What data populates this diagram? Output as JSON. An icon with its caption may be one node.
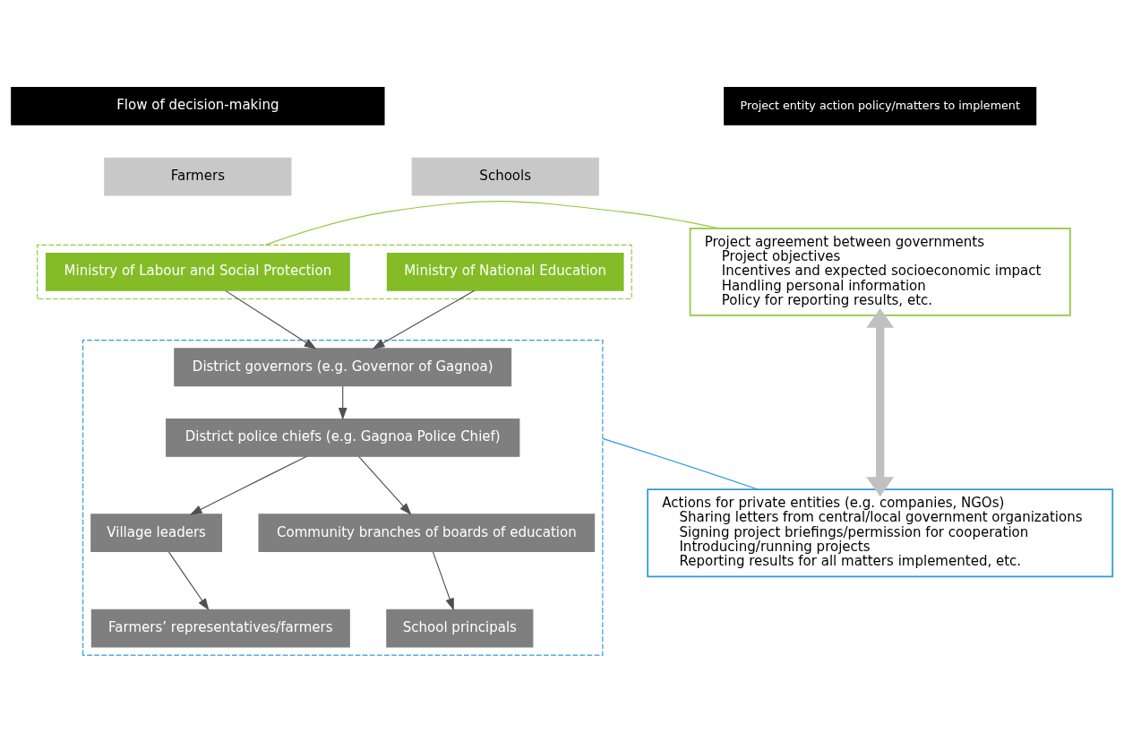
{
  "diagram": {
    "nodes": [
      {
        "text": [
          "Flow of decision-making"
        ]
      },
      {
        "text": [
          "Project entity action policy/matters to implement"
        ]
      },
      {
        "text": [
          "Farmers"
        ]
      },
      {
        "text": [
          "Schools"
        ]
      },
      {
        "text": [],
        "shape": "box"
      },
      {
        "text": [
          "Ministry of Labour and Social Protection"
        ],
        "in": 4
      },
      {
        "text": [
          "Ministry of National Education"
        ],
        "in": 4
      },
      {
        "text": [],
        "shape": "box"
      },
      {
        "text": [
          "District governors (e.g. Governor of Gagnoa)"
        ],
        "in": 7
      },
      {
        "text": [
          "District police chiefs (e.g. Gagnoa Police Chief)"
        ],
        "in": 7
      },
      {
        "text": [
          "Village leaders"
        ],
        "in": 7
      },
      {
        "text": [
          "Community branches of boards of education"
        ],
        "in": 7
      },
      {
        "text": [
          "Farmers’ representatives/farmers"
        ],
        "in": 7
      },
      {
        "text": [
          "School principals"
        ],
        "in": 7
      },
      {
        "text": [
          "Project agreement between governments",
          "Project objectives",
          "Incentives and expected socioeconomic impact",
          "Handling personal information",
          "Policy for reporting results, etc."
        ]
      },
      {
        "text": [
          "Actions for private entities (e.g. companies, NGOs)",
          "Sharing letters from central/local government organizations",
          "Signing project briefings/permission for cooperation",
          "Introducing/running projects",
          "Reporting results for all matters implemented, etc."
        ]
      }
    ],
    "edges": [
      {
        "from": 5,
        "to": 8,
        "arrow": "to"
      },
      {
        "from": 6,
        "to": 8,
        "arrow": "to"
      },
      {
        "from": 8,
        "to": 9,
        "arrow": "to"
      },
      {
        "from": 9,
        "to": 10,
        "arrow": "to"
      },
      {
        "from": 9,
        "to": 11,
        "arrow": "to"
      },
      {
        "from": 10,
        "to": 12,
        "arrow": "to"
      },
      {
        "from": 11,
        "to": 13,
        "arrow": "to"
      },
      {
        "from": 14,
        "to": 4,
        "arrow": "none",
        "color": "#92c83e"
      },
      {
        "from": 15,
        "to": 7,
        "arrow": "none",
        "color": "#2e9bd6"
      },
      {
        "from": 14,
        "to": 15,
        "arrow": "both",
        "style": "thick",
        "color": "#c0c0c0"
      }
    ]
  }
}
